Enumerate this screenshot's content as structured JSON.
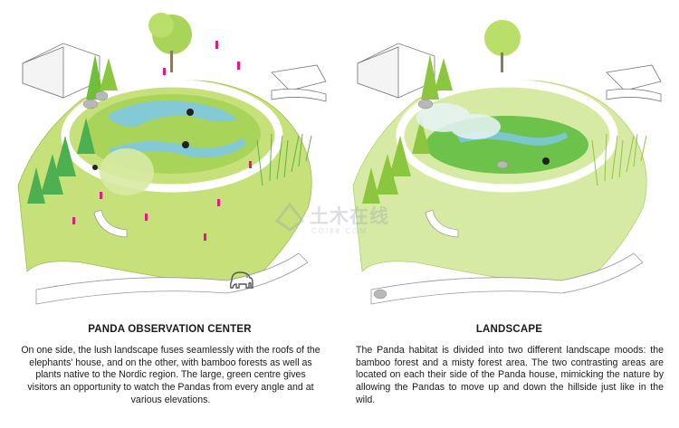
{
  "colors": {
    "grass": "#c6e07a",
    "grass_dark": "#8cc63f",
    "water": "#7ec8e3",
    "tree": "#4caf50",
    "building": "#ffffff",
    "accent_people": "#e0198a"
  },
  "left": {
    "title": "PANDA OBSERVATION CENTER",
    "description": "On one side, the lush landscape fuses seamlessly with the roofs of the elephants' house, and on the other, with bamboo forests as well as plants native to the Nordic region. The large, green centre gives visitors an opportunity to watch the Pandas from every angle and at various elevations.",
    "icon": "elephant-icon"
  },
  "right": {
    "title": "LANDSCAPE",
    "description": "The Panda habitat is divided into two different landscape moods: the bamboo forest and a misty forest area. The two contrasting areas are located on each their side of the Panda house, mimicking the nature by allowing the Pandas to move up and down the hillside just like in the wild."
  },
  "watermark": {
    "text": "土木在线",
    "subtext": "COI88.COM"
  }
}
